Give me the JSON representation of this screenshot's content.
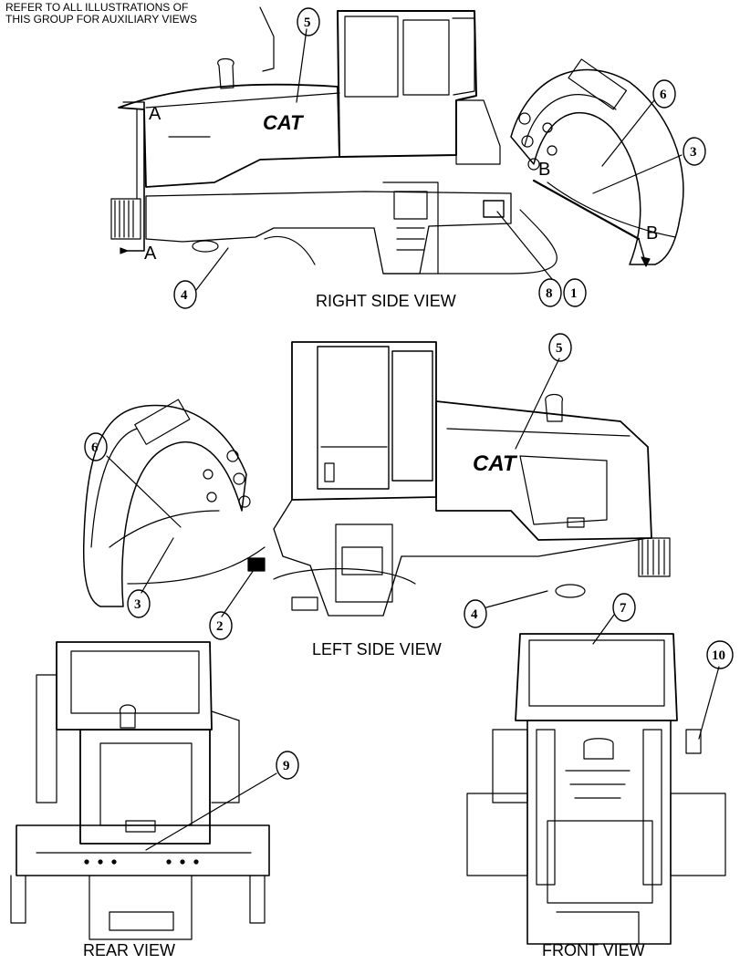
{
  "header_note": {
    "line1": "REFER TO ALL ILLUSTRATIONS OF",
    "line2": "THIS GROUP FOR AUXILIARY VIEWS"
  },
  "views": {
    "right_side": "RIGHT SIDE VIEW",
    "left_side": "LEFT SIDE VIEW",
    "rear": "REAR VIEW",
    "front": "FRONT VIEW"
  },
  "section_markers": {
    "a_top": "A",
    "a_bottom": "A",
    "b_left": "B",
    "b_right": "B"
  },
  "brand": {
    "right_logo": "CAT",
    "left_logo": "CAT"
  },
  "callouts": {
    "right": {
      "c5": "5",
      "c6": "6",
      "c3": "3",
      "c4": "4",
      "c8": "8",
      "c1": "1"
    },
    "left": {
      "c5": "5",
      "c6": "6",
      "c3": "3",
      "c2": "2",
      "c4": "4"
    },
    "rear": {
      "c9": "9"
    },
    "front": {
      "c7": "7",
      "c10": "10"
    }
  }
}
